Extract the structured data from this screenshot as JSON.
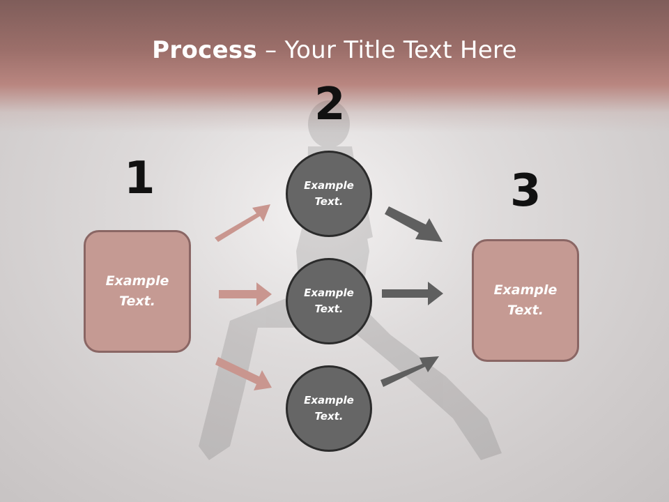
{
  "title": {
    "bold": "Process",
    "rest": " – Your Title Text Here"
  },
  "numbers": [
    "1",
    "2",
    "3"
  ],
  "left_box": {
    "text": "Example Text."
  },
  "right_box": {
    "text": "Example Text."
  },
  "circles": [
    {
      "text": "Example Text."
    },
    {
      "text": "Example Text."
    },
    {
      "text": "Example Text."
    }
  ],
  "colors": {
    "header": "#a8756f",
    "box_fill": "#c59a93",
    "box_border": "#8a6664",
    "circle_fill": "#666666",
    "circle_border": "#2b2b2b",
    "arrow_pink": "#c9968f",
    "arrow_gray": "#5f5f5f"
  }
}
